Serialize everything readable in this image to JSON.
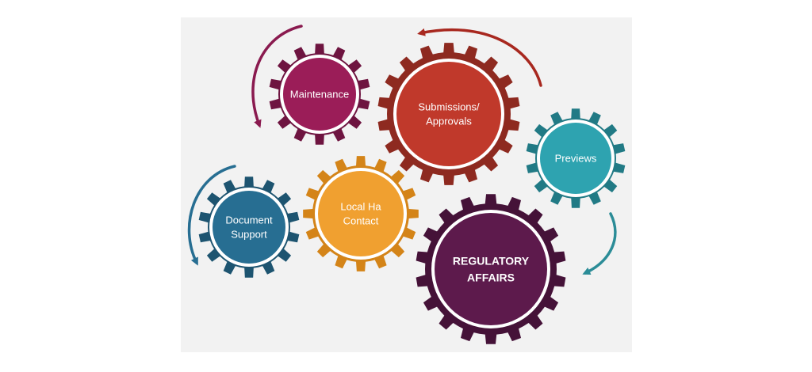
{
  "gears": [
    {
      "id": "maintenance",
      "lines": [
        "Maintenance"
      ],
      "color": "#9b1d58",
      "rim": "#6e1440",
      "bold": false
    },
    {
      "id": "submissions",
      "lines": [
        "Submissions/",
        "Approvals"
      ],
      "color": "#c0392b",
      "rim": "#8e2a20",
      "bold": false
    },
    {
      "id": "previews",
      "lines": [
        "Previews"
      ],
      "color": "#2ea3b0",
      "rim": "#217a85",
      "bold": false
    },
    {
      "id": "local-ha-contact",
      "lines": [
        "Local Ha",
        "Contact"
      ],
      "color": "#f0a030",
      "rim": "#d48418",
      "bold": false
    },
    {
      "id": "document-support",
      "lines": [
        "Document",
        "Support"
      ],
      "color": "#276e92",
      "rim": "#1d5470",
      "bold": false
    },
    {
      "id": "regulatory-affairs",
      "lines": [
        "REGULATORY",
        "AFFAIRS"
      ],
      "color": "#5d1a4c",
      "rim": "#451238",
      "bold": true
    }
  ],
  "arrow_colors": {
    "maintenance": "#8a1a4f",
    "submissions": "#a8281f",
    "previews": "#2b8c97",
    "document_support": "#276e92"
  }
}
